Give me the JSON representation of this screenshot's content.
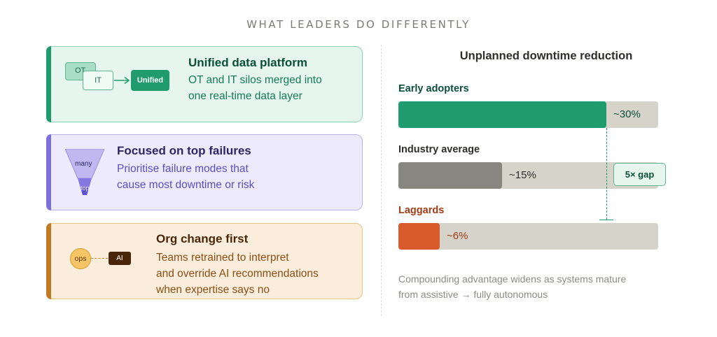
{
  "header": {
    "title": "WHAT LEADERS DO DIFFERENTLY"
  },
  "cards": [
    {
      "title": "Unified data platform",
      "description_lines": [
        "OT and IT silos merged into",
        "one real-time data layer"
      ],
      "illustration": {
        "box_a": "OT",
        "box_b": "IT",
        "box_c": "Unified"
      },
      "accent_color": "#1f9b6e"
    },
    {
      "title": "Focused on top failures",
      "description_lines": [
        "Prioritise failure modes that",
        "cause most downtime or risk"
      ],
      "illustration": {
        "top_label": "many",
        "bottom_label": "top"
      },
      "accent_color": "#7d6fdc"
    },
    {
      "title": "Org change first",
      "description_lines": [
        "Teams retrained to interpret",
        "and override AI recommendations",
        "when expertise says no"
      ],
      "illustration": {
        "circle_label": "ops",
        "box_label": "AI"
      },
      "accent_color": "#c27a22"
    }
  ],
  "chart_data": {
    "type": "bar",
    "title": "Unplanned downtime reduction",
    "categories": [
      "Early adopters",
      "Industry average",
      "Laggards"
    ],
    "values": [
      30,
      15,
      6
    ],
    "value_labels": [
      "~30%",
      "~15%",
      "~6%"
    ],
    "colors": [
      "#1f9b6e",
      "#878681",
      "#d95a2b"
    ],
    "label_colors": [
      "#0b4f3a",
      "#2e2e2c",
      "#a13c17"
    ],
    "track_color": "#d6d3cb",
    "xlim": [
      0,
      37.5
    ],
    "annotation": "5× gap"
  },
  "footnote": {
    "lines": [
      "Compounding advantage widens as systems mature",
      "from assistive → fully autonomous"
    ]
  }
}
